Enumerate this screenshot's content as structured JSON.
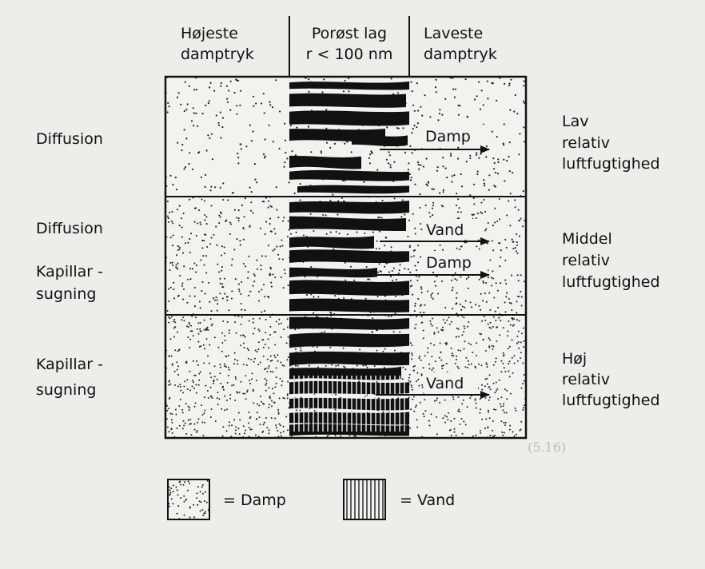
{
  "header": {
    "left": [
      "Højeste",
      "damptryk"
    ],
    "middle": [
      "Porøst lag",
      "r < 100 nm"
    ],
    "right": [
      "Laveste",
      "damptryk"
    ]
  },
  "left_labels": {
    "zone1": [
      "Diffusion"
    ],
    "zone2a": [
      "Diffusion"
    ],
    "zone2b": [
      "Kapillar -",
      "sugning"
    ],
    "zone3": [
      "Kapillar -",
      "sugning"
    ]
  },
  "right_labels": {
    "zone1": [
      "Lav",
      "relativ",
      "luftfugtighed"
    ],
    "zone2": [
      "Middel",
      "relativ",
      "luftfugtighed"
    ],
    "zone3": [
      "Høj",
      "relativ",
      "luftfugtighed"
    ]
  },
  "arrows": {
    "zone1_damp": "Damp",
    "zone2_vand": "Vand",
    "zone2_damp": "Damp",
    "zone3_vand": "Vand"
  },
  "legend": {
    "damp": "= Damp",
    "vand": "= Vand"
  },
  "background_text": {
    "formula": "(5.16)"
  },
  "colors": {
    "paper": "#efede9",
    "ink": "#111111",
    "faint": "#b9b9c6"
  }
}
